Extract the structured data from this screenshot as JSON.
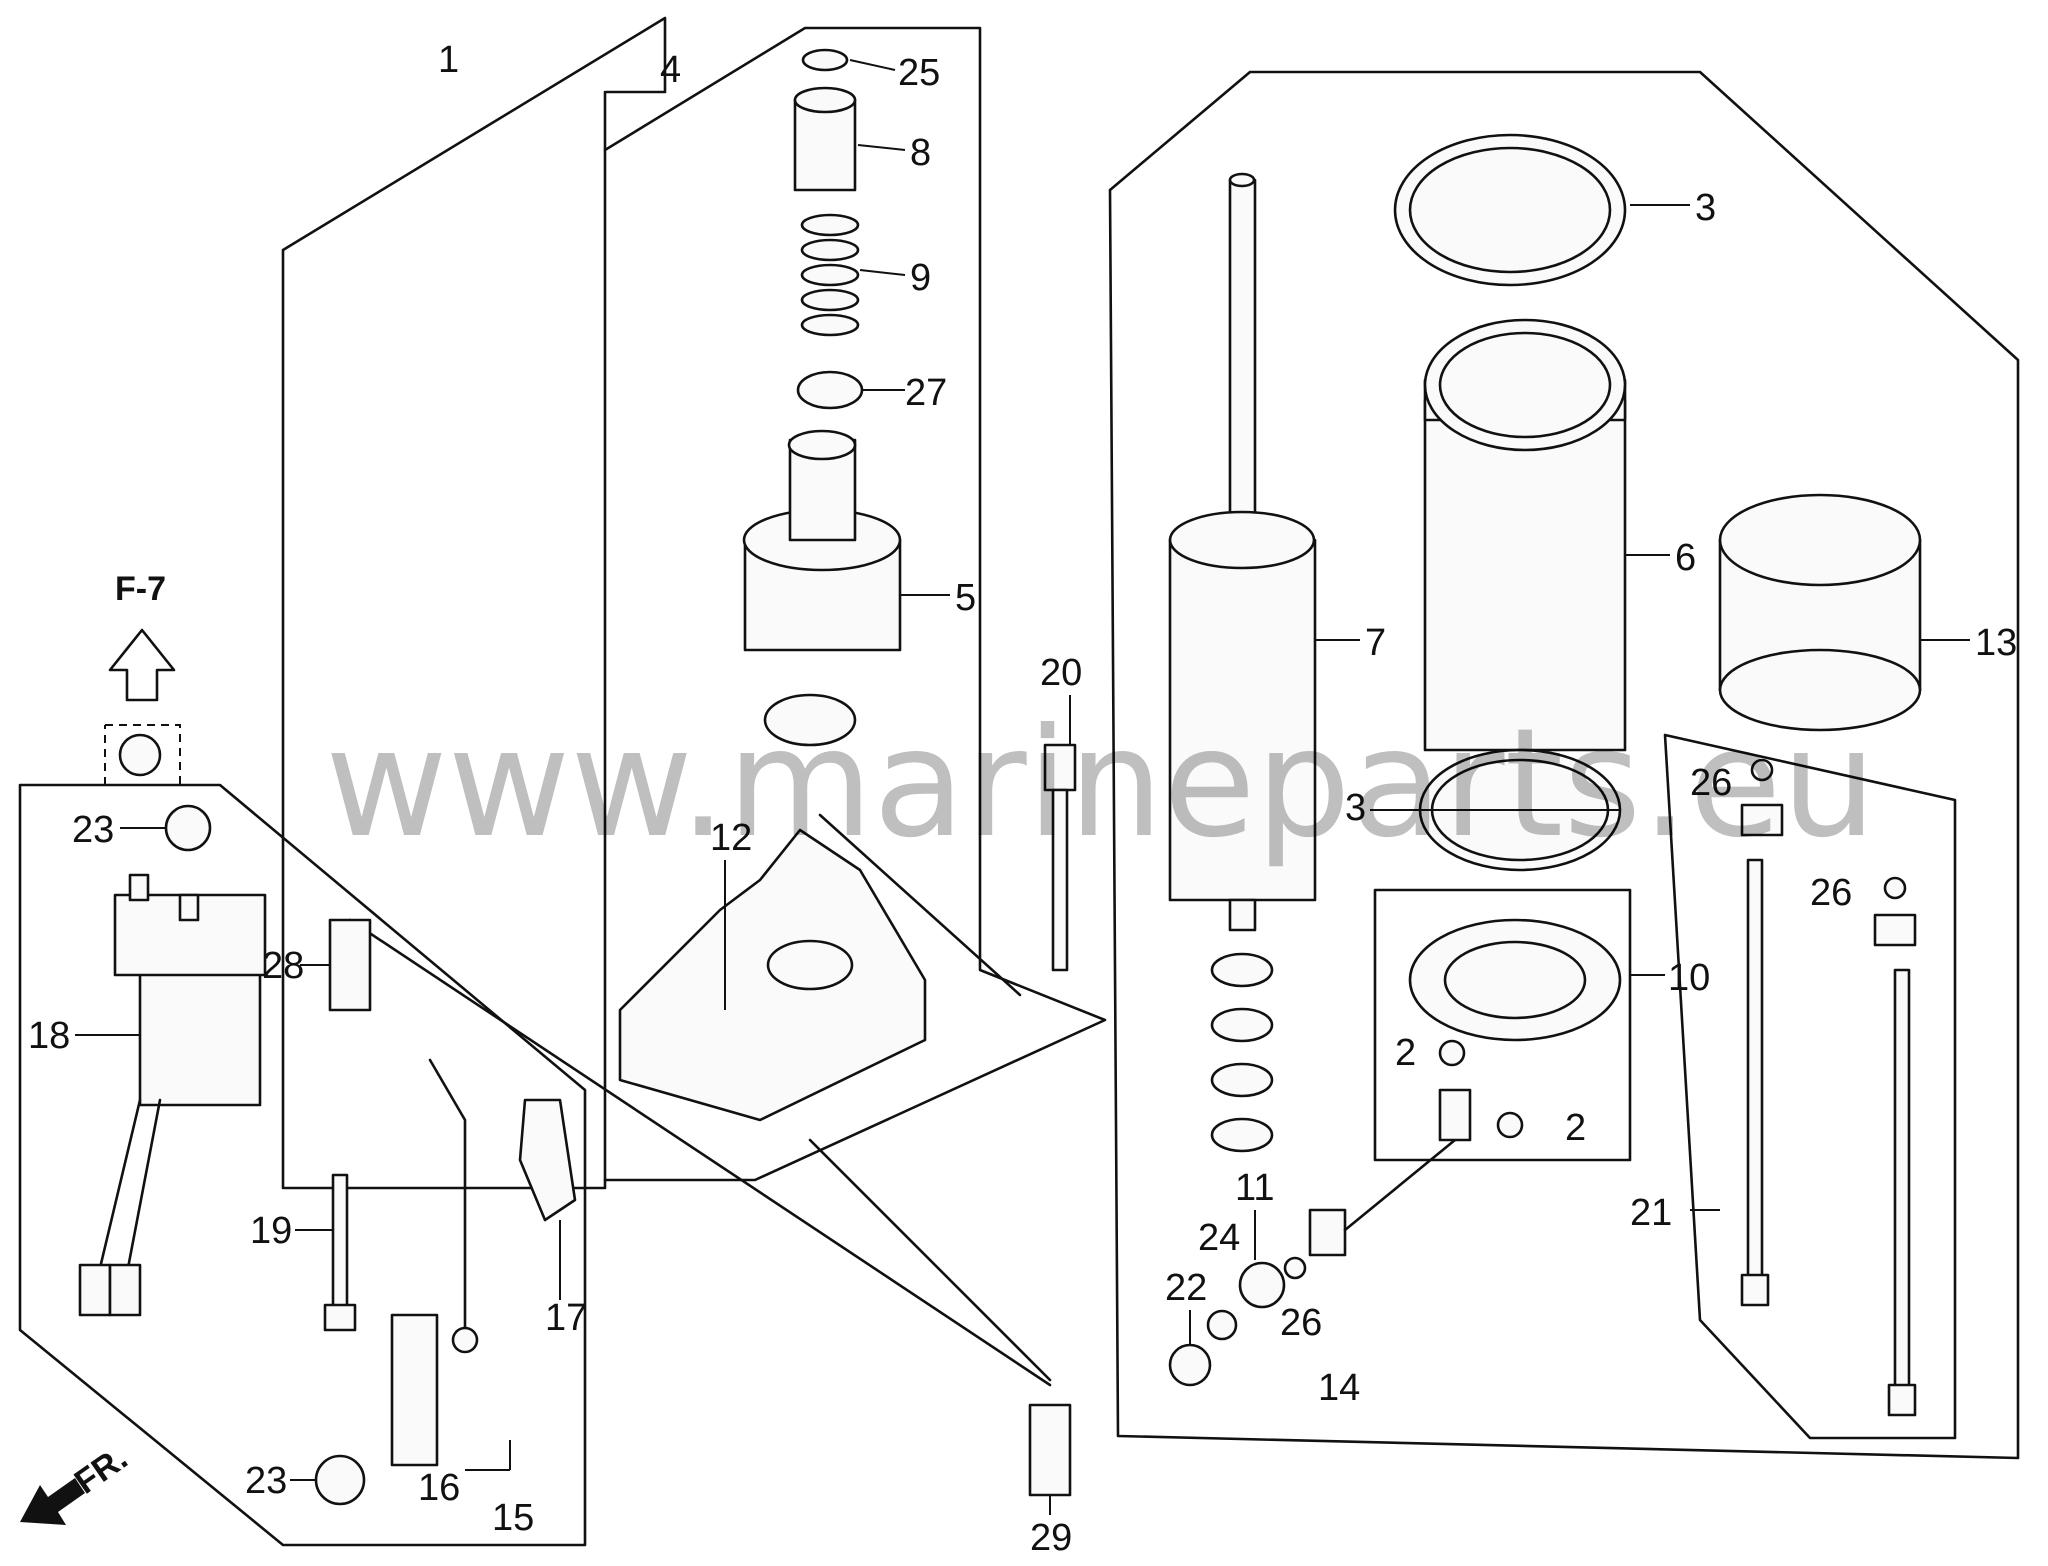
{
  "watermark": "www.marineparts.eu",
  "ref_page": "F-7",
  "front_marker": "FR.",
  "labels": {
    "p1": "1",
    "p4": "4",
    "p25": "25",
    "p8": "8",
    "p9": "9",
    "p27": "27",
    "p5": "5",
    "p12": "12",
    "p20": "20",
    "p3a": "3",
    "p6": "6",
    "p7": "7",
    "p13": "13",
    "p3b": "3",
    "p10": "10",
    "p2a": "2",
    "p2b": "2",
    "p26a": "26",
    "p26b": "26",
    "p26c": "26",
    "p21": "21",
    "p11": "11",
    "p24": "24",
    "p22": "22",
    "p14": "14",
    "p23a": "23",
    "p23b": "23",
    "p18": "18",
    "p28": "28",
    "p19": "19",
    "p17": "17",
    "p16": "16",
    "p15": "15",
    "p29": "29"
  },
  "colors": {
    "line": "#111111",
    "background": "#ffffff",
    "watermark": "#bdbdbd"
  }
}
